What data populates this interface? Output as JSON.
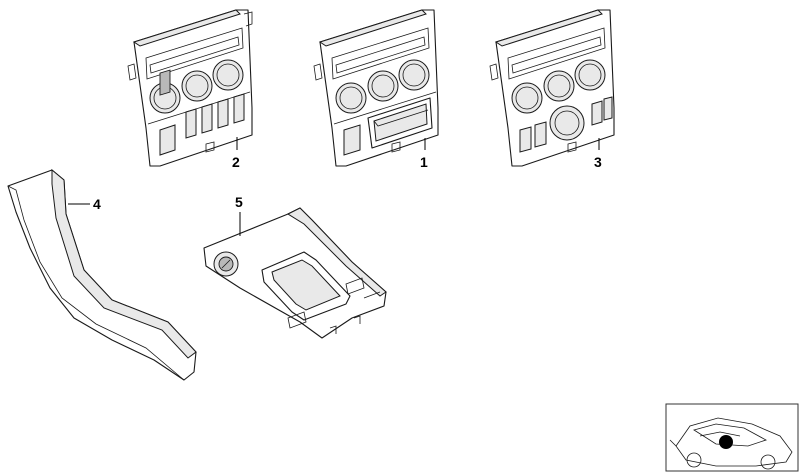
{
  "diagram": {
    "callouts": [
      {
        "id": "p1",
        "label": "1"
      },
      {
        "id": "p2",
        "label": "2"
      },
      {
        "id": "p3",
        "label": "3"
      },
      {
        "id": "p4",
        "label": "4"
      },
      {
        "id": "p5",
        "label": "5"
      }
    ]
  },
  "colors": {
    "line": "#1a1a1a",
    "fill": "#ffffff",
    "shade": "#e9e9e9",
    "marker": "#000000"
  },
  "icons": [
    "car-locator-icon"
  ]
}
